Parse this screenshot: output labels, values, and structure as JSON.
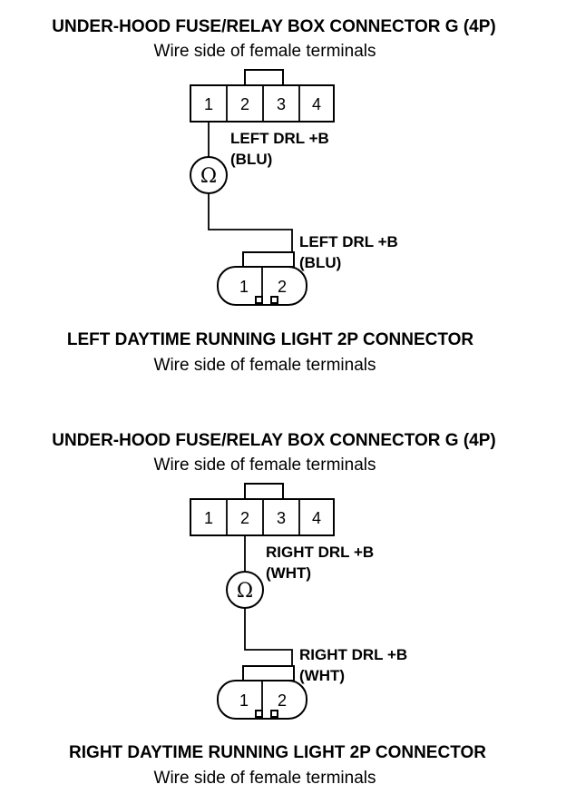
{
  "diagrams": [
    {
      "fuse_box_title": "UNDER-HOOD FUSE/RELAY BOX CONNECTOR G (4P)",
      "fuse_box_subtitle": "Wire side of female terminals",
      "fuse_box_pins": [
        "1",
        "2",
        "3",
        "4"
      ],
      "meter_symbol": "Ω",
      "wire_label_top": "LEFT DRL +B",
      "wire_color_top": "(BLU)",
      "wire_label_bottom": "LEFT DRL +B",
      "wire_color_bottom": "(BLU)",
      "light_pins": [
        "1",
        "2"
      ],
      "light_title": "LEFT DAYTIME RUNNING LIGHT 2P CONNECTOR",
      "light_subtitle": "Wire side of female terminals"
    },
    {
      "fuse_box_title": "UNDER-HOOD FUSE/RELAY BOX CONNECTOR G (4P)",
      "fuse_box_subtitle": "Wire side of female terminals",
      "fuse_box_pins": [
        "1",
        "2",
        "3",
        "4"
      ],
      "meter_symbol": "Ω",
      "wire_label_top": "RIGHT DRL +B",
      "wire_color_top": "(WHT)",
      "wire_label_bottom": "RIGHT DRL +B",
      "wire_color_bottom": "(WHT)",
      "light_pins": [
        "1",
        "2"
      ],
      "light_title": "RIGHT DAYTIME RUNNING LIGHT 2P CONNECTOR",
      "light_subtitle": "Wire side of female terminals"
    }
  ]
}
